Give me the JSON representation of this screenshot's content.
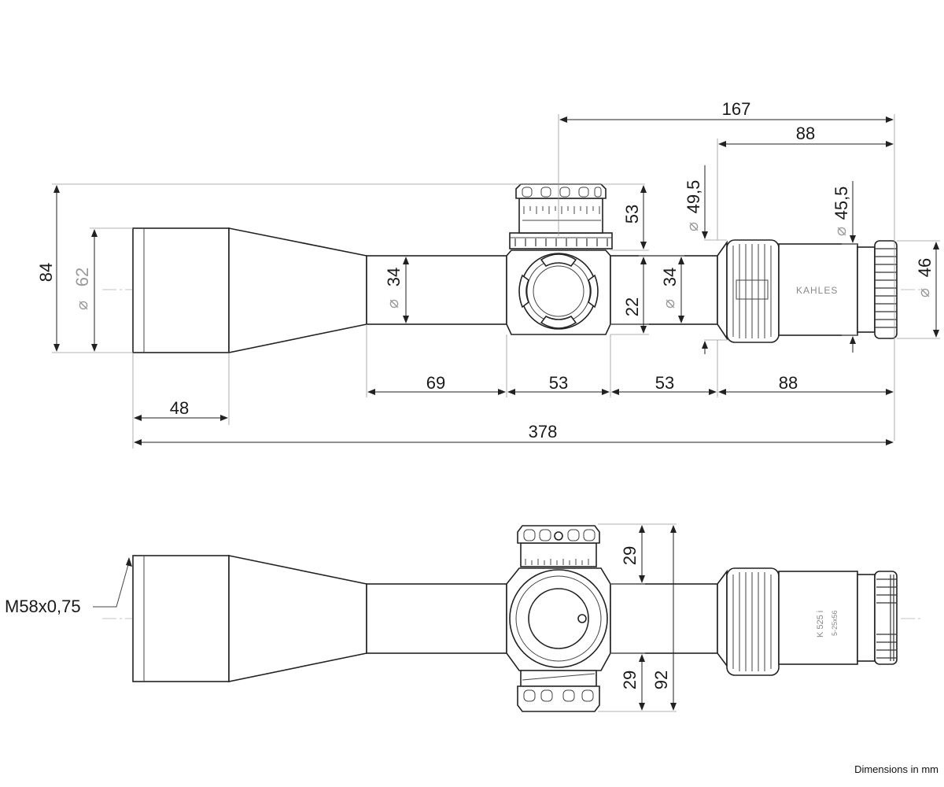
{
  "side_view": {
    "brand_label": "KAHLES",
    "dimensions": {
      "length_eyepiece_to_turret": "167",
      "length_eyepiece_top": "88",
      "diameter_tube_rear": "49,5",
      "diameter_eyepiece": "45,5",
      "turret_height": "53",
      "overall_height": "84",
      "objective_diameter": "62",
      "tube_diameter_front": "34",
      "tube_diameter_rear": "34",
      "turret_offset": "22",
      "eyepiece_diameter": "46",
      "segment_1": "69",
      "segment_2": "53",
      "segment_3": "53",
      "segment_4": "88",
      "objective_length": "48",
      "overall_length": "378"
    },
    "diameter_symbol": "⌀"
  },
  "top_view": {
    "thread_label": "M58x0,75",
    "model_label": "K 525 i",
    "model_sub_label": "5-25x56",
    "turret_top": "29",
    "turret_bottom": "29",
    "turret_total": "92"
  },
  "footer": {
    "units_note": "Dimensions in mm"
  }
}
